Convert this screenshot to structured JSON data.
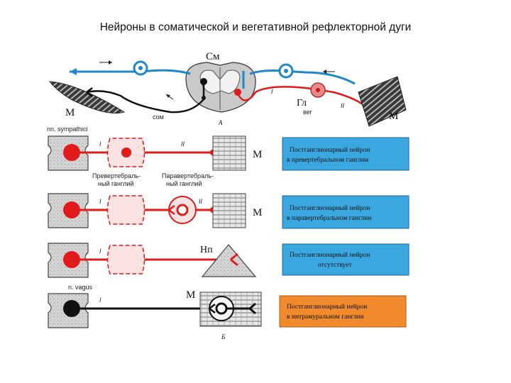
{
  "title": "Нейроны в соматической и вегетативной рефлекторной дуги",
  "colors": {
    "red": "#e11b1b",
    "blue": "#1e88c8",
    "black": "#111111",
    "box_blue": "#3aa7e0",
    "box_orange": "#f08a2c",
    "tissue_gray": "#c8c8c8"
  },
  "part_a": {
    "label_sm": "См",
    "label_m_left": "М",
    "label_m_right": "М",
    "label_som": "сом",
    "label_gl": "Гл",
    "label_veg": "вег",
    "label_a": "А",
    "mark_i": "I",
    "mark_ii": "II"
  },
  "part_b": {
    "label_symp": "nn. sympathici",
    "label_prevert": "Превертебраль-\nный ганглий",
    "label_prevert_1": "Превертебраль-",
    "label_prevert_2": "ный ганглий",
    "label_paravert_1": "Паравертебраль-",
    "label_paravert_2": "ный ганглий",
    "label_np": "Нп",
    "label_vagus": "n. vagus",
    "label_m": "М",
    "label_b": "Б",
    "mark_i": "I",
    "mark_ii": "II"
  },
  "boxes": [
    {
      "line1": "Постганглионарный нейрон",
      "line2": "в превертебральном ганглии"
    },
    {
      "line1": "Постганглионарный нейрон",
      "line2": "в паравертебральном ганглии"
    },
    {
      "line1": "Постганглионарный нейрон",
      "line2": "отсутствует"
    },
    {
      "line1": "Постганглионарный нейрон",
      "line2": "в интрамуральном ганглии"
    }
  ]
}
